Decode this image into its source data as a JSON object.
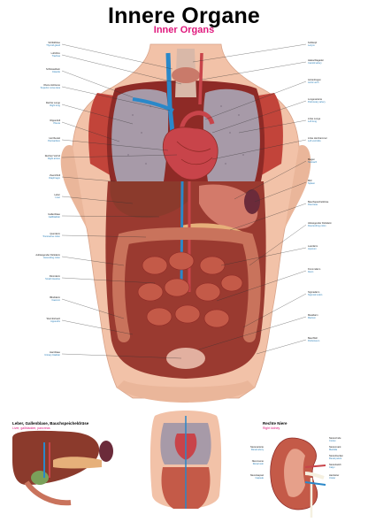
{
  "title": "Innere Organe",
  "subtitle": "Inner Organs",
  "panels": {
    "liver": {
      "title": "Leber, Gallenblase, Bauchspeicheldrüse",
      "subtitle": "Liver, gallbladder, pancreas"
    },
    "kidney": {
      "title": "Rechte Niere",
      "subtitle": "Right kidney"
    }
  },
  "labels_left": [
    {
      "de": "Schilddrüse",
      "en": "Thyroid gland"
    },
    {
      "de": "Luftröhre",
      "en": "Trachea"
    },
    {
      "de": "Schlüsselbein",
      "en": "Clavicle"
    },
    {
      "de": "Obere Hohlvene",
      "en": "Superior vena cava"
    },
    {
      "de": "Rechte Lunge",
      "en": "Right lung"
    },
    {
      "de": "Rippenfell",
      "en": "Pleura"
    },
    {
      "de": "Herzbeutel",
      "en": "Pericardium"
    },
    {
      "de": "Rechter Vorhof",
      "en": "Right atrium"
    },
    {
      "de": "Zwerchfell",
      "en": "Diaphragm"
    },
    {
      "de": "Leber",
      "en": "Liver"
    },
    {
      "de": "Gallenblase",
      "en": "Gallbladder"
    },
    {
      "de": "Querdarm",
      "en": "Transverse colon"
    },
    {
      "de": "Aufsteigender Dickdarm",
      "en": "Ascending colon"
    },
    {
      "de": "Dünndarm",
      "en": "Small intestine"
    },
    {
      "de": "Blinddarm",
      "en": "Caecum"
    },
    {
      "de": "Wurmfortsatz",
      "en": "Appendix"
    },
    {
      "de": "Harnblase",
      "en": "Urinary bladder"
    }
  ],
  "labels_right": [
    {
      "de": "Kehlkopf",
      "en": "Larynx"
    },
    {
      "de": "Halsschlagader",
      "en": "Carotid artery"
    },
    {
      "de": "Aortenbogen",
      "en": "Aortic arch"
    },
    {
      "de": "Lungenarterie",
      "en": "Pulmonary artery"
    },
    {
      "de": "Linke Lunge",
      "en": "Left lung"
    },
    {
      "de": "Linke Herzkammer",
      "en": "Left ventricle"
    },
    {
      "de": "Magen",
      "en": "Stomach"
    },
    {
      "de": "Milz",
      "en": "Spleen"
    },
    {
      "de": "Bauchspeicheldrüse",
      "en": "Pancreas"
    },
    {
      "de": "Absteigender Dickdarm",
      "en": "Descending colon"
    },
    {
      "de": "Leerdarm",
      "en": "Jejunum"
    },
    {
      "de": "Krummdarm",
      "en": "Ileum"
    },
    {
      "de": "Sigmadarm",
      "en": "Sigmoid colon"
    },
    {
      "de": "Mastdarm",
      "en": "Rectum"
    },
    {
      "de": "Bauchfell",
      "en": "Peritoneum"
    }
  ],
  "kidney_labels": [
    {
      "de": "Nierenrinde",
      "en": "Cortex"
    },
    {
      "de": "Nierenmark",
      "en": "Medulla"
    },
    {
      "de": "Nierenbecken",
      "en": "Renal pelvis"
    },
    {
      "de": "Nierenkelch",
      "en": "Calyx"
    },
    {
      "de": "Harnleiter",
      "en": "Ureter"
    },
    {
      "de": "Nierenarterie",
      "en": "Renal artery"
    },
    {
      "de": "Nierenvene",
      "en": "Renal vein"
    },
    {
      "de": "Nierenkapsel",
      "en": "Capsule"
    }
  ],
  "colors": {
    "skin": "#f2c2a8",
    "lung": "#a79aa8",
    "heart": "#c8444a",
    "liver": "#8b3a2c",
    "intestine": "#c45a48",
    "vein": "#2a88c9",
    "muscle": "#c2443a"
  }
}
